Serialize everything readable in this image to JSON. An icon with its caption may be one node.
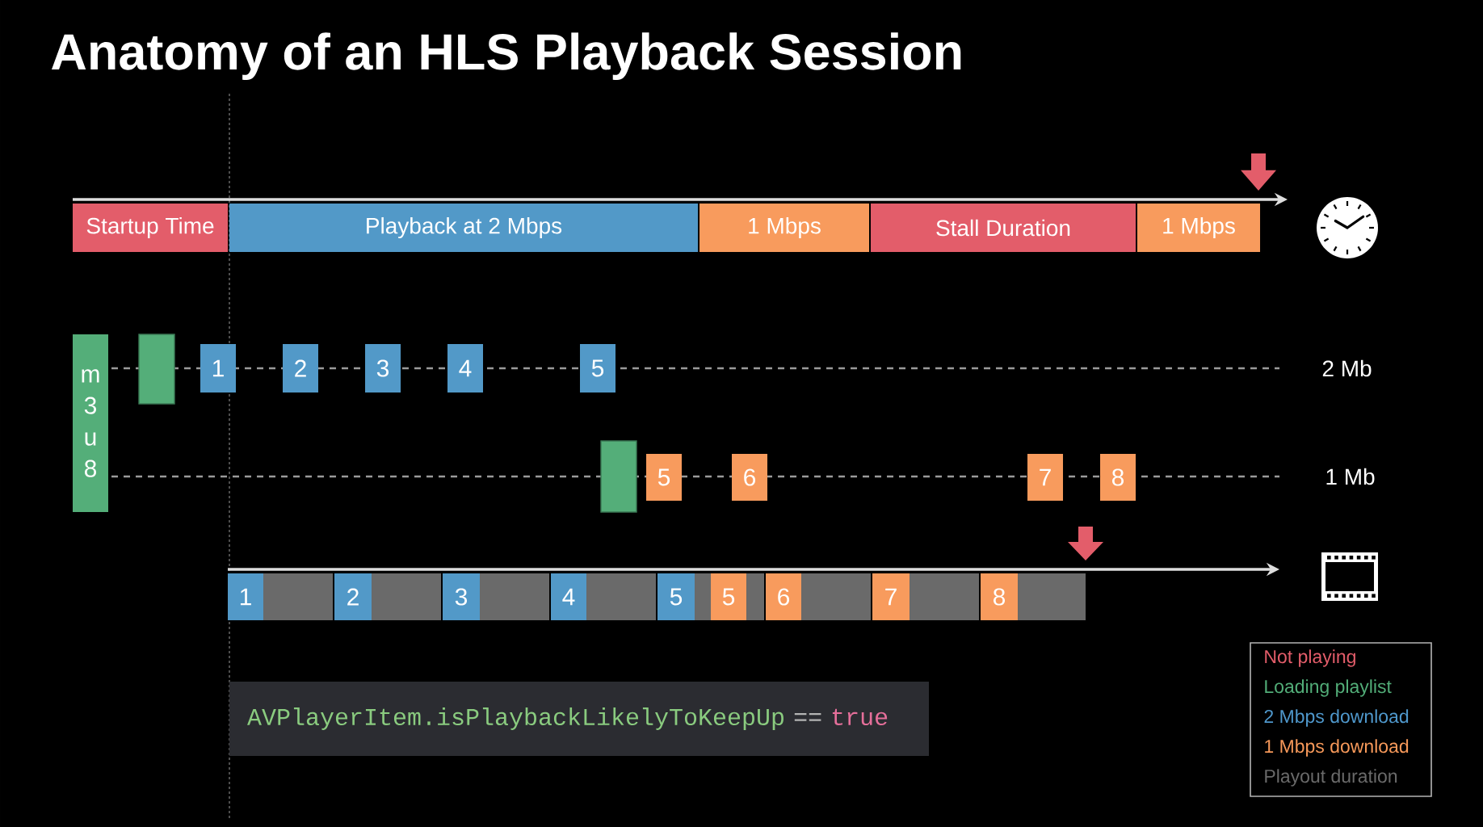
{
  "diagram": {
    "title": "Anatomy of an HLS Playback Session",
    "nodes": [
      {
        "text": [
          "Startup Time"
        ]
      },
      {
        "text": [
          "Playback at 2 Mbps"
        ]
      },
      {
        "text": [
          "1 Mbps"
        ]
      },
      {
        "text": [
          "Stall Duration"
        ]
      },
      {
        "text": [
          "1 Mbps"
        ]
      },
      {
        "text": [
          "m 3 u 8"
        ]
      },
      {
        "text": [],
        "shape": "box"
      },
      {
        "text": [
          "1"
        ]
      },
      {
        "text": [
          "2"
        ]
      },
      {
        "text": [
          "3"
        ]
      },
      {
        "text": [
          "4"
        ]
      },
      {
        "text": [
          "5"
        ]
      },
      {
        "text": [],
        "shape": "box"
      },
      {
        "text": [
          "5"
        ]
      },
      {
        "text": [
          "6"
        ]
      },
      {
        "text": [
          "7"
        ]
      },
      {
        "text": [
          "8"
        ]
      },
      {
        "text": [
          "1"
        ]
      },
      {
        "text": [],
        "shape": "bar"
      },
      {
        "text": [
          "2"
        ]
      },
      {
        "text": [],
        "shape": "bar"
      },
      {
        "text": [
          "3"
        ]
      },
      {
        "text": [],
        "shape": "bar"
      },
      {
        "text": [
          "4"
        ]
      },
      {
        "text": [],
        "shape": "bar"
      },
      {
        "text": [
          "5"
        ]
      },
      {
        "text": [],
        "shape": "bar"
      },
      {
        "text": [
          "5"
        ]
      },
      {
        "text": [],
        "shape": "bar"
      },
      {
        "text": [
          "6"
        ]
      },
      {
        "text": [],
        "shape": "bar"
      },
      {
        "text": [
          "7"
        ]
      },
      {
        "text": [],
        "shape": "bar"
      },
      {
        "text": [
          "8"
        ]
      },
      {
        "text": [],
        "shape": "bar"
      },
      {
        "text": [
          "AVPlayerItem.isPlaybackLikelyToKeepUp",
          "==",
          "true"
        ]
      }
    ],
    "labels": [
      "2 Mb",
      "1 Mb"
    ],
    "legend": [
      {
        "text": "Not playing",
        "color": "#e35d6a"
      },
      {
        "text": "Loading playlist",
        "color": "#52ad78"
      },
      {
        "text": "2 Mbps download",
        "color": "#4f98cc"
      },
      {
        "text": "1 Mbps download",
        "color": "#f7995a"
      },
      {
        "text": "Playout duration",
        "color": "#6a6a6a"
      }
    ]
  }
}
